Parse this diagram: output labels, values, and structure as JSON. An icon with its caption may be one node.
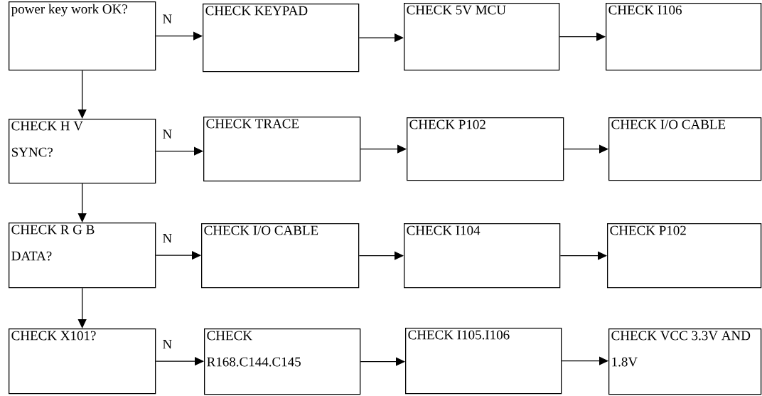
{
  "diagram": {
    "nodes": [
      {
        "text": [
          "power key work OK?"
        ]
      },
      {
        "text": [
          "CHECK KEYPAD"
        ]
      },
      {
        "text": [
          "CHECK 5V MCU"
        ]
      },
      {
        "text": [
          "CHECK I106"
        ]
      },
      {
        "text": [
          "CHECK H V SYNC?"
        ]
      },
      {
        "text": [
          "CHECK TRACE"
        ]
      },
      {
        "text": [
          "CHECK P102"
        ]
      },
      {
        "text": [
          "CHECK I/O CABLE"
        ]
      },
      {
        "text": [
          "CHECK R G B DATA?"
        ]
      },
      {
        "text": [
          "CHECK I/O CABLE"
        ]
      },
      {
        "text": [
          "CHECK I104"
        ]
      },
      {
        "text": [
          "CHECK P102"
        ]
      },
      {
        "text": [
          "CHECK X101?"
        ]
      },
      {
        "text": [
          "CHECK R168.C144.C145"
        ]
      },
      {
        "text": [
          "CHECK I105.I106"
        ]
      },
      {
        "text": [
          "CHECK VCC 3.3V AND 1.8V"
        ]
      }
    ],
    "edges": [
      {
        "from": 0,
        "to": 1,
        "arrow": "to",
        "label": "N"
      },
      {
        "from": 1,
        "to": 2,
        "arrow": "to"
      },
      {
        "from": 2,
        "to": 3,
        "arrow": "to"
      },
      {
        "from": 0,
        "to": 4,
        "arrow": "to"
      },
      {
        "from": 4,
        "to": 5,
        "arrow": "to",
        "label": "N"
      },
      {
        "from": 5,
        "to": 6,
        "arrow": "to"
      },
      {
        "from": 6,
        "to": 7,
        "arrow": "to"
      },
      {
        "from": 4,
        "to": 8,
        "arrow": "to"
      },
      {
        "from": 8,
        "to": 9,
        "arrow": "to",
        "label": "N"
      },
      {
        "from": 9,
        "to": 10,
        "arrow": "to"
      },
      {
        "from": 10,
        "to": 11,
        "arrow": "to"
      },
      {
        "from": 8,
        "to": 12,
        "arrow": "to"
      },
      {
        "from": 12,
        "to": 13,
        "arrow": "to",
        "label": "N"
      },
      {
        "from": 13,
        "to": 14,
        "arrow": "to"
      },
      {
        "from": 14,
        "to": 15,
        "arrow": "to"
      }
    ]
  }
}
